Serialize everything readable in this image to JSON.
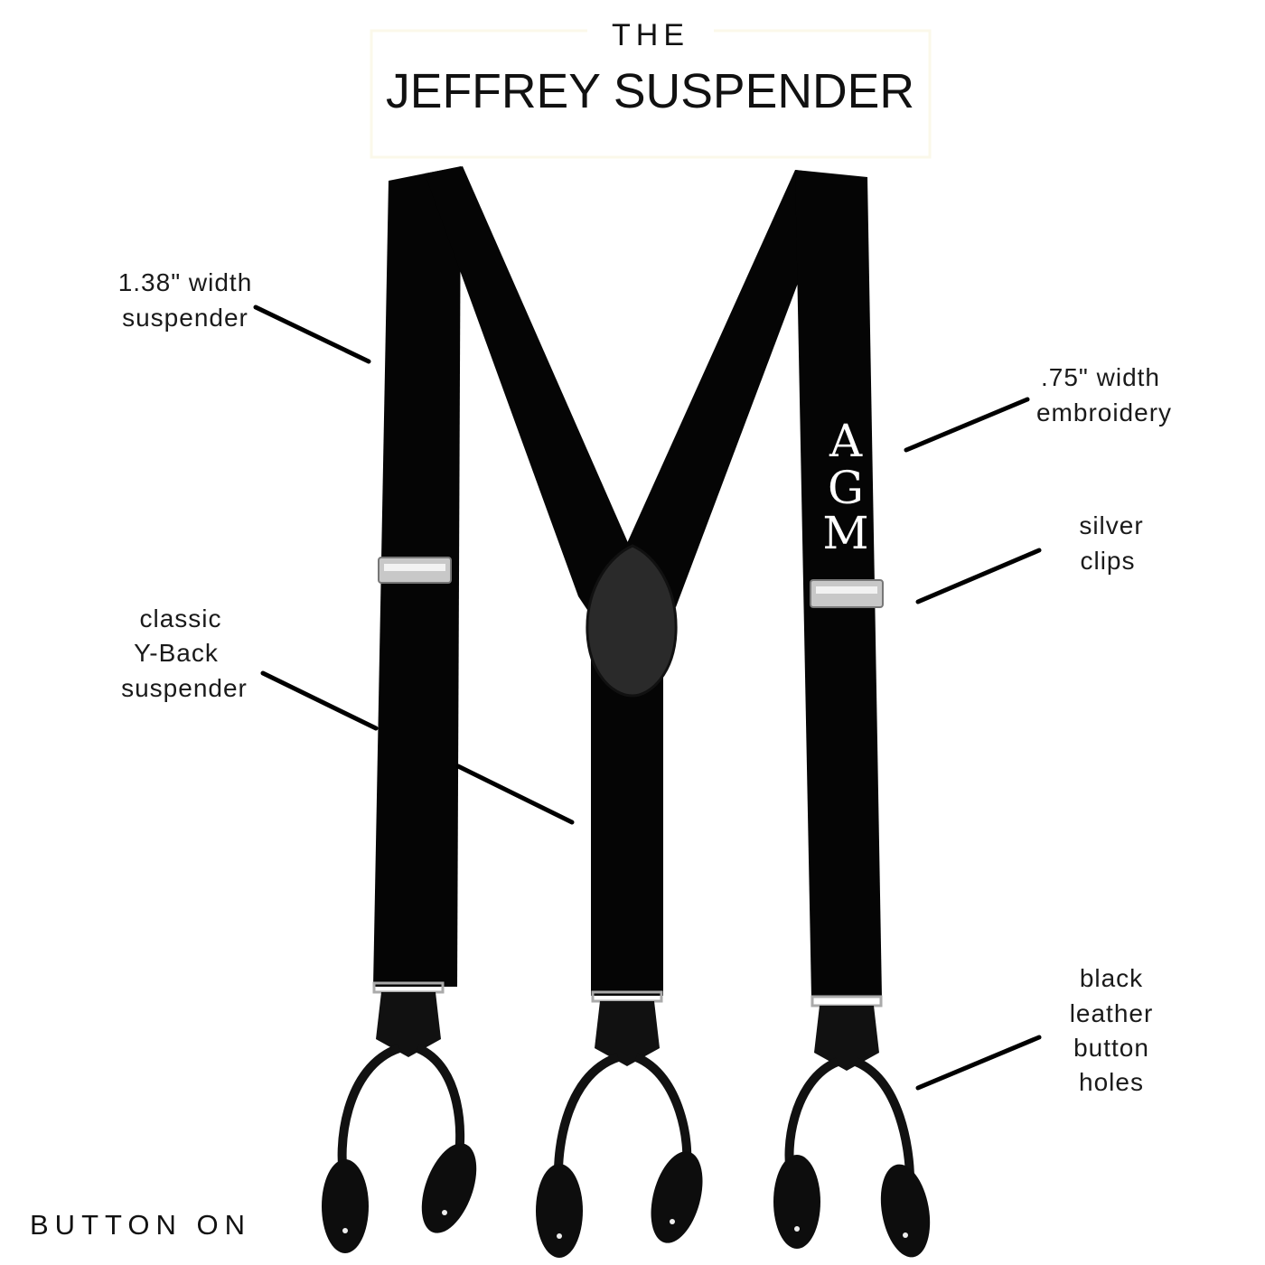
{
  "header": {
    "pre_title": "THE",
    "title": "JEFFREY SUSPENDER"
  },
  "callouts": {
    "width": [
      "1.38\" width",
      "suspender"
    ],
    "style": [
      "classic",
      "Y-Back",
      "suspender"
    ],
    "embroidery": [
      ".75\" width",
      "embroidery"
    ],
    "clips": [
      "silver",
      "clips"
    ],
    "leather": [
      "black",
      "leather",
      "button",
      "holes"
    ]
  },
  "monogram": [
    "A",
    "G",
    "M"
  ],
  "footer": {
    "attachment": "BUTTON ON"
  },
  "colors": {
    "strap": "#050505",
    "clip": "#c8c8c8",
    "leather": "#111111",
    "title_frame": "#fbf8ea"
  }
}
